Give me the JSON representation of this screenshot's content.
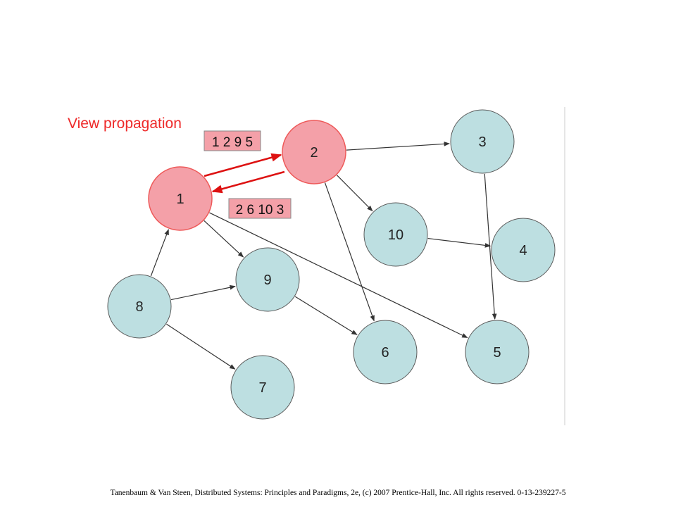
{
  "title": "View propagation",
  "messages": {
    "to_node_2": "1 2 9 5",
    "to_node_1": "2 6 10 3"
  },
  "nodes": [
    {
      "id": "1",
      "active": true
    },
    {
      "id": "2",
      "active": true
    },
    {
      "id": "3",
      "active": false
    },
    {
      "id": "4",
      "active": false
    },
    {
      "id": "5",
      "active": false
    },
    {
      "id": "6",
      "active": false
    },
    {
      "id": "7",
      "active": false
    },
    {
      "id": "8",
      "active": false
    },
    {
      "id": "9",
      "active": false
    },
    {
      "id": "10",
      "active": false
    }
  ],
  "edges": [
    {
      "from": "8",
      "to": "1"
    },
    {
      "from": "8",
      "to": "9"
    },
    {
      "from": "8",
      "to": "7"
    },
    {
      "from": "1",
      "to": "9"
    },
    {
      "from": "1",
      "to": "5"
    },
    {
      "from": "9",
      "to": "6"
    },
    {
      "from": "2",
      "to": "3"
    },
    {
      "from": "2",
      "to": "10"
    },
    {
      "from": "2",
      "to": "6"
    },
    {
      "from": "10",
      "to": "4"
    },
    {
      "from": "3",
      "to": "5"
    }
  ],
  "colors": {
    "active_fill": "#f4a0a8",
    "active_stroke": "#ee5a5a",
    "passive_fill": "#bddfe1",
    "passive_stroke": "#5a5a5a",
    "edge": "#333333",
    "exchange_arrow": "#dd1111",
    "message_fill": "#f4a0a8",
    "title": "#ee2a2a"
  },
  "footer": "Tanenbaum & Van Steen, Distributed Systems: Principles and Paradigms, 2e, (c) 2007 Prentice-Hall, Inc. All rights reserved. 0-13-239227-5"
}
